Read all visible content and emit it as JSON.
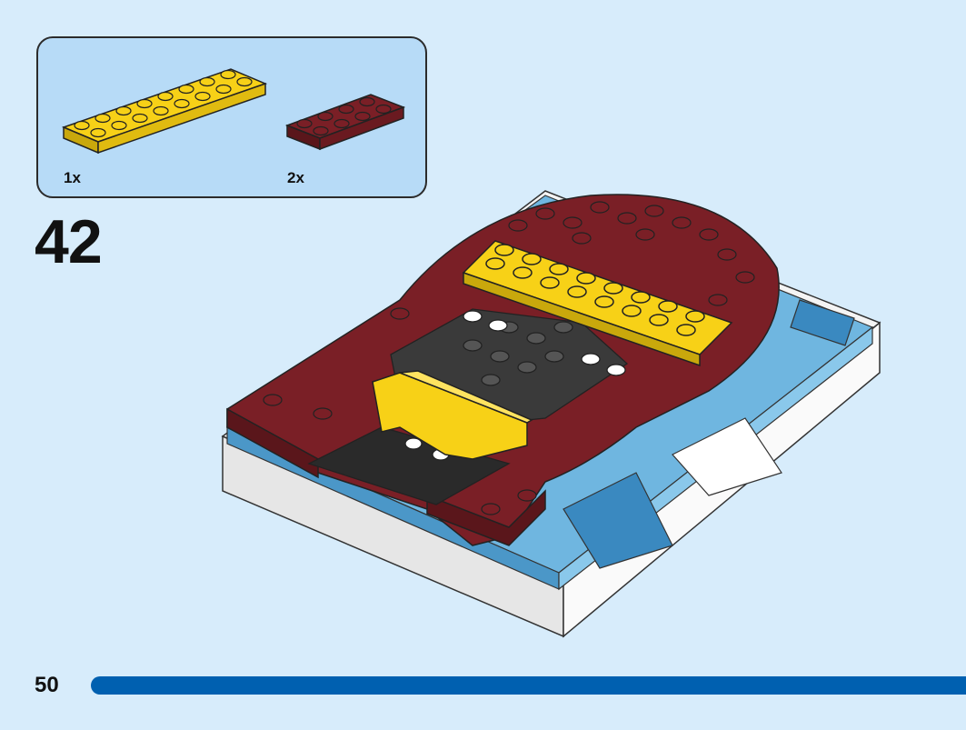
{
  "colors": {
    "background": "#d7ecfb",
    "callout_fill": "#b7dbf7",
    "yellow": "#f7d117",
    "dark_red": "#6e1c22",
    "progress": "#0060b0"
  },
  "parts": [
    {
      "quantity": "1x",
      "name": "yellow-plate-2x8",
      "color": "#f7d117"
    },
    {
      "quantity": "2x",
      "name": "dark-red-plate-2x4",
      "color": "#6e1c22"
    }
  ],
  "step_number": "42",
  "page_number": "50",
  "progress_fraction": 0.5
}
